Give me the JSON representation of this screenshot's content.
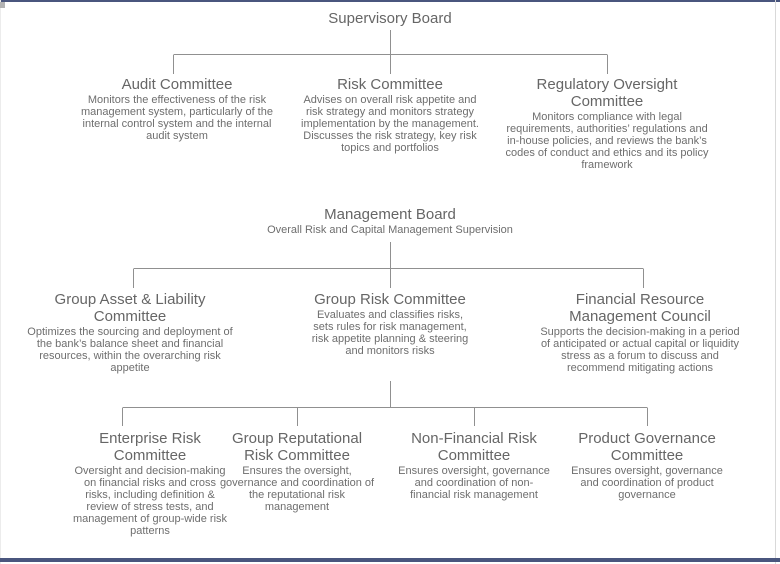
{
  "colors": {
    "accent_bar": "#4a567e",
    "connector_line": "#909090",
    "title_text": "#666666",
    "body_text": "#6e6e6e",
    "background": "#ffffff"
  },
  "org_chart": {
    "supervisory_board": {
      "title": "Supervisory Board"
    },
    "level2": [
      {
        "title": "Audit Committee",
        "desc": "Monitors the effectiveness of the risk\nmanagement system, particularly of the\ninternal control system and the internal\naudit system"
      },
      {
        "title": "Risk Committee",
        "desc": "Advises on overall risk appetite and\nrisk strategy and monitors strategy\nimplementation by the management.\nDiscusses the risk strategy, key risk\ntopics and portfolios"
      },
      {
        "title": "Regulatory Oversight\nCommittee",
        "desc": "Monitors compliance with legal\nrequirements, authorities’ regulations and\nin-house policies, and reviews the bank’s\ncodes of conduct and ethics and its policy\nframework"
      }
    ],
    "management_board": {
      "title": "Management Board",
      "subtitle": "Overall Risk and Capital Management Supervision"
    },
    "level3": [
      {
        "title": "Group Asset & Liability\nCommittee",
        "desc": "Optimizes the sourcing and deployment of\nthe bank’s balance sheet and financial\nresources, within the overarching risk\nappetite"
      },
      {
        "title": "Group Risk Committee",
        "desc": "Evaluates and classifies risks,\nsets rules for risk management,\nrisk appetite planning & steering\nand monitors risks"
      },
      {
        "title": "Financial Resource\nManagement Council",
        "desc": "Supports the decision-making in a period\nof anticipated or actual capital or liquidity\nstress as a forum to discuss and\nrecommend mitigating actions"
      }
    ],
    "level4": [
      {
        "title": "Enterprise Risk\nCommittee",
        "desc": "Oversight and decision-making\non financial risks and cross\nrisks, including definition &\nreview of stress tests, and\nmanagement of group-wide risk\npatterns"
      },
      {
        "title": "Group Reputational\nRisk Committee",
        "desc": "Ensures the oversight,\ngovernance and coordination of\nthe reputational risk\nmanagement"
      },
      {
        "title": "Non-Financial Risk\nCommittee",
        "desc": "Ensures oversight, governance\nand coordination of non-\nfinancial risk management"
      },
      {
        "title": "Product Governance\nCommittee",
        "desc": "Ensures oversight, governance\nand coordination of product\ngovernance"
      }
    ]
  }
}
